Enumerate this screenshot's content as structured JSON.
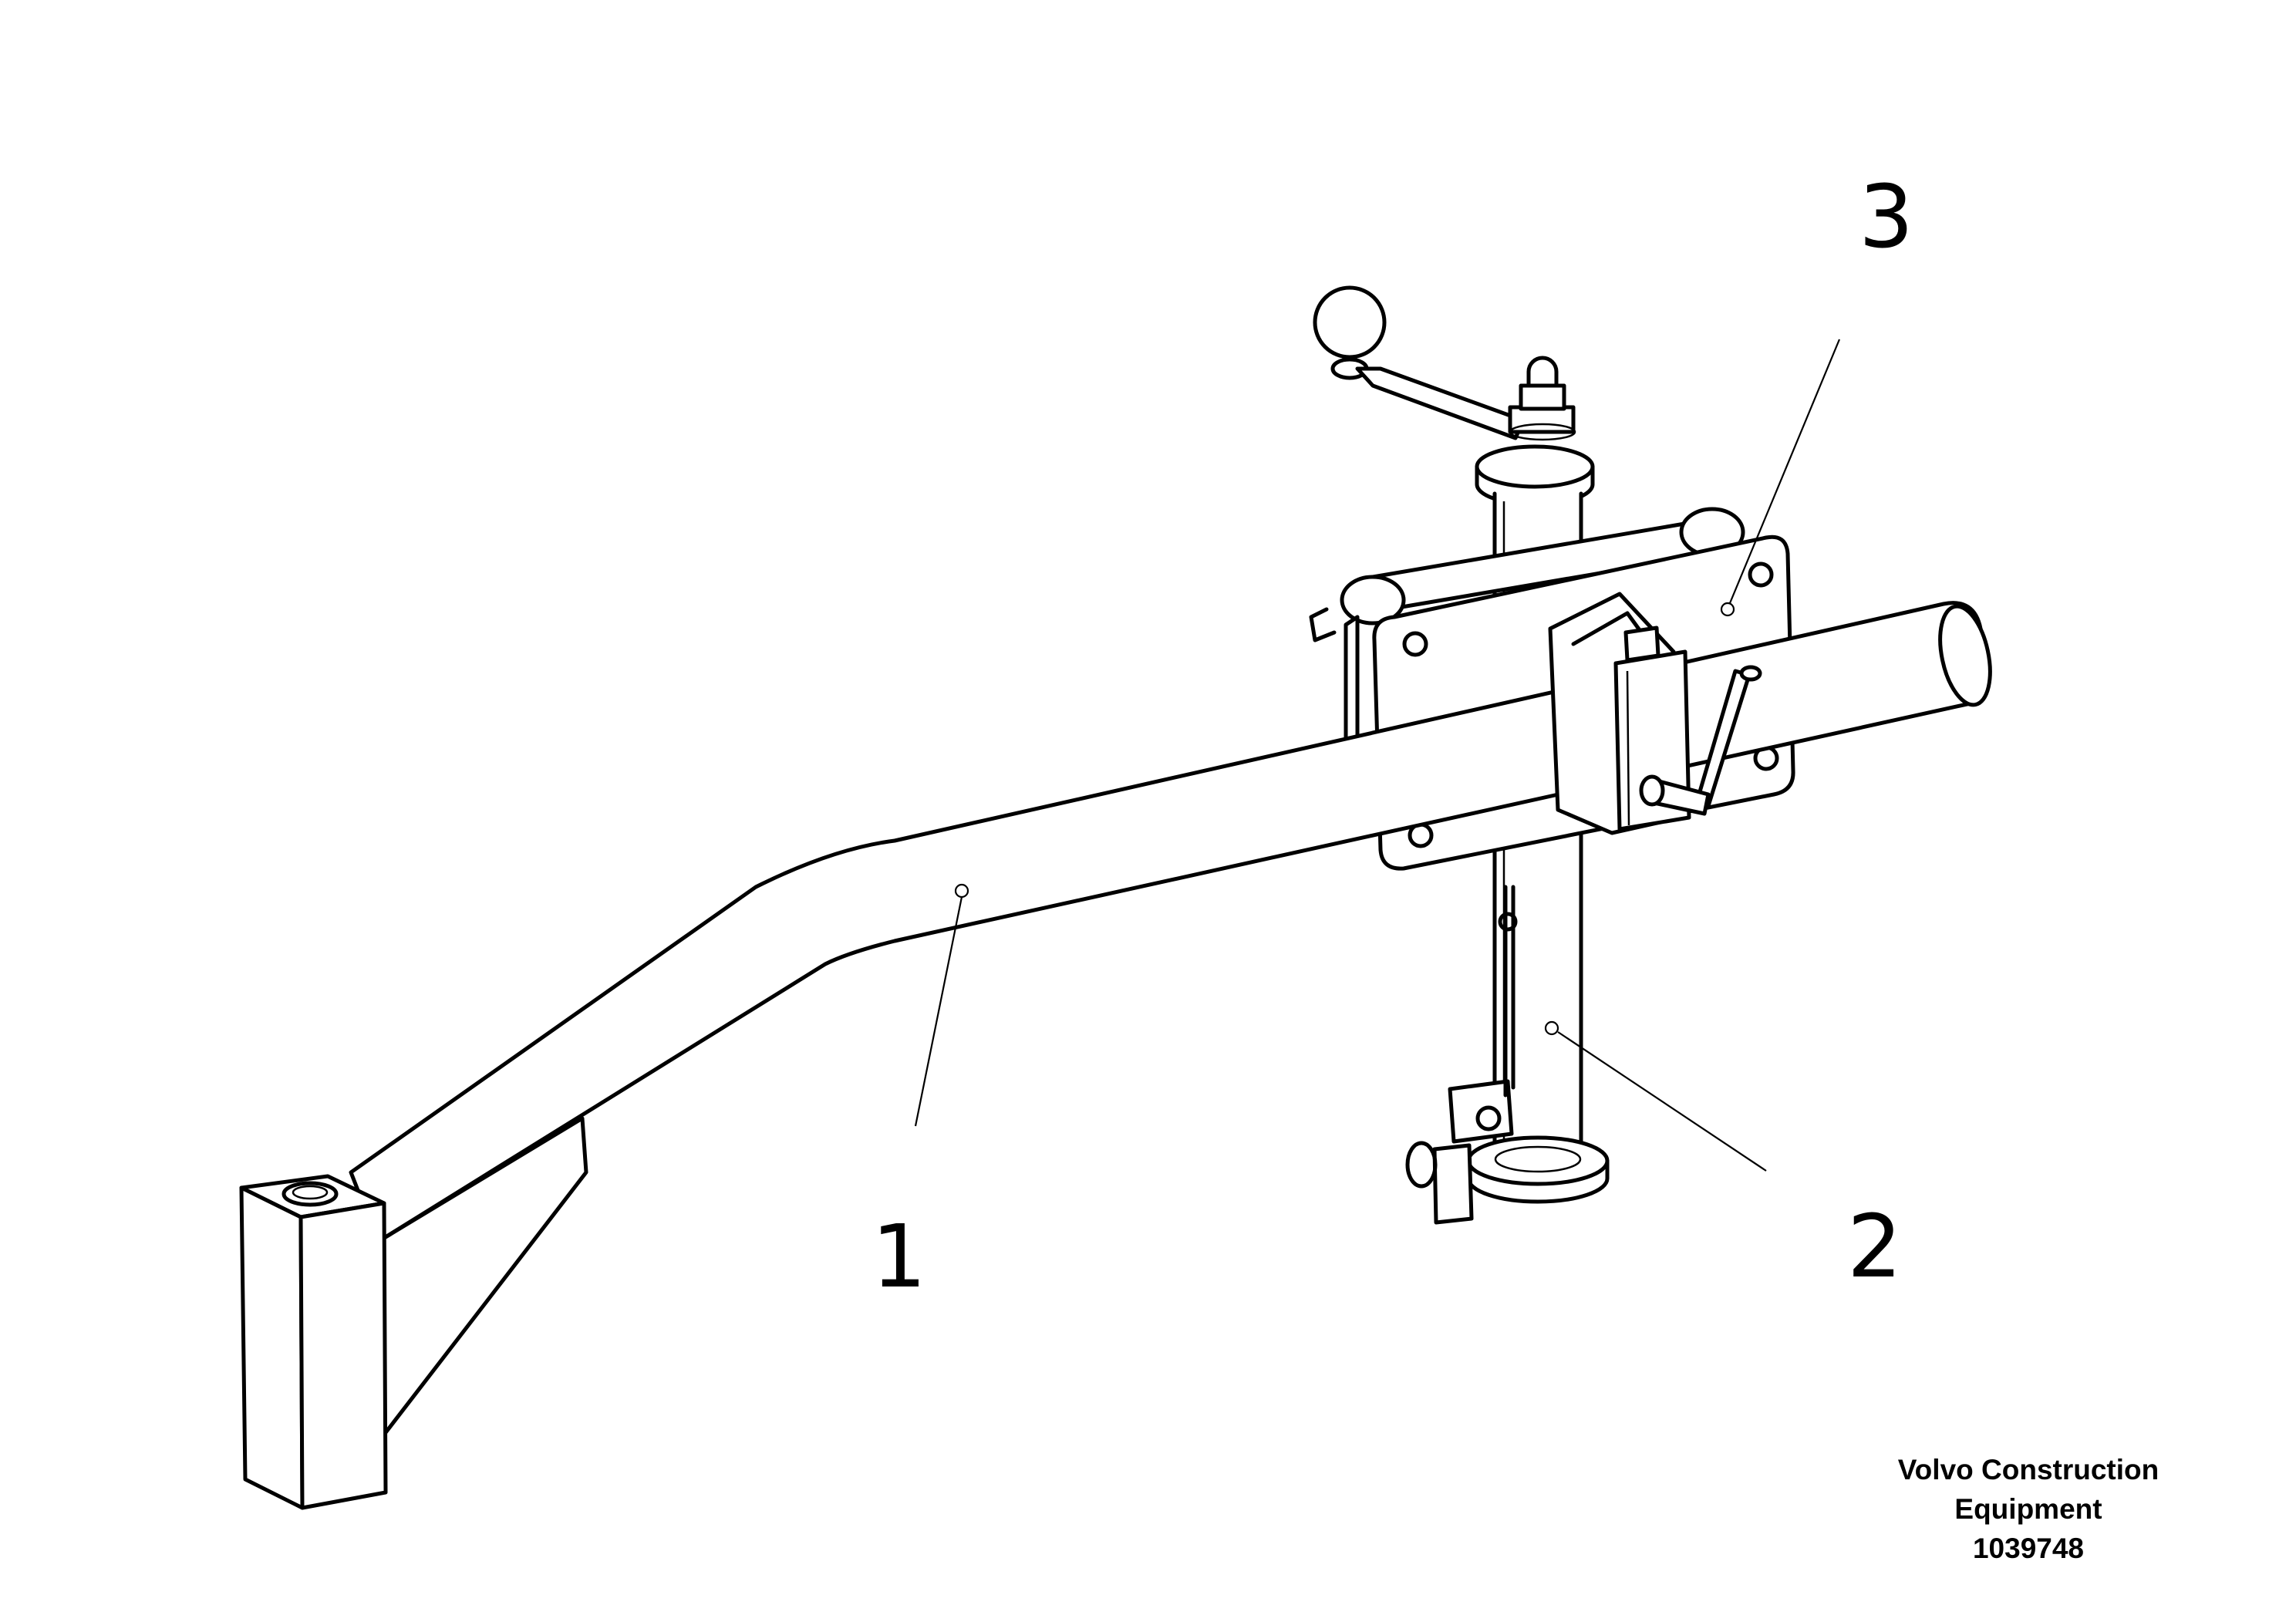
{
  "callouts": [
    {
      "label": "1"
    },
    {
      "label": "2"
    },
    {
      "label": "3"
    }
  ],
  "caption": {
    "line1": "Volvo Construction",
    "line2": "Equipment",
    "part_number": "1039748"
  }
}
